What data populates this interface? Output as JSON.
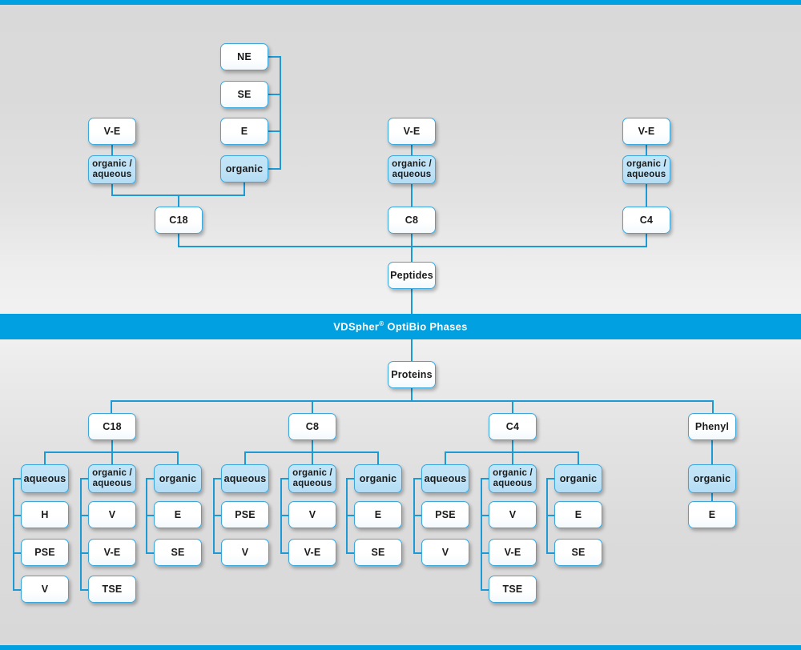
{
  "banner": {
    "text_before": "VDSpher",
    "registered_mark": "®",
    "text_after": " OptiBio Phases"
  },
  "top_section": {
    "root": "Peptides",
    "columns": [
      {
        "name": "c18-branch",
        "stationary_phase": "C18",
        "modifiers": [
          {
            "label": "organic / aqueous",
            "line1": "organic /",
            "line2": "aqueous",
            "highlighted": true,
            "children": [
              "V-E"
            ]
          },
          {
            "label": "organic",
            "line1": "organic",
            "line2": "",
            "highlighted": true,
            "children": [
              "NE",
              "SE",
              "E"
            ]
          }
        ]
      },
      {
        "name": "c8-branch",
        "stationary_phase": "C8",
        "modifiers": [
          {
            "label": "organic / aqueous",
            "line1": "organic /",
            "line2": "aqueous",
            "highlighted": true,
            "children": [
              "V-E"
            ]
          }
        ]
      },
      {
        "name": "c4-branch",
        "stationary_phase": "C4",
        "modifiers": [
          {
            "label": "organic / aqueous",
            "line1": "organic /",
            "line2": "aqueous",
            "highlighted": true,
            "children": [
              "V-E"
            ]
          }
        ]
      }
    ]
  },
  "bottom_section": {
    "root": "Proteins",
    "columns": [
      {
        "name": "c18-branch",
        "stationary_phase": "C18",
        "modifiers": [
          {
            "label": "aqueous",
            "line1": "aqueous",
            "line2": "",
            "highlighted": true,
            "children": [
              "H",
              "PSE",
              "V"
            ]
          },
          {
            "label": "organic / aqueous",
            "line1": "organic /",
            "line2": "aqueous",
            "highlighted": true,
            "children": [
              "V",
              "V-E",
              "TSE"
            ]
          },
          {
            "label": "organic",
            "line1": "organic",
            "line2": "",
            "highlighted": true,
            "children": [
              "E",
              "SE"
            ]
          }
        ]
      },
      {
        "name": "c8-branch",
        "stationary_phase": "C8",
        "modifiers": [
          {
            "label": "aqueous",
            "line1": "aqueous",
            "line2": "",
            "highlighted": true,
            "children": [
              "PSE",
              "V"
            ]
          },
          {
            "label": "organic / aqueous",
            "line1": "organic /",
            "line2": "aqueous",
            "highlighted": true,
            "children": [
              "V",
              "V-E"
            ]
          },
          {
            "label": "organic",
            "line1": "organic",
            "line2": "",
            "highlighted": true,
            "children": [
              "E",
              "SE"
            ]
          }
        ]
      },
      {
        "name": "c4-branch",
        "stationary_phase": "C4",
        "modifiers": [
          {
            "label": "aqueous",
            "line1": "aqueous",
            "line2": "",
            "highlighted": true,
            "children": [
              "PSE",
              "V"
            ]
          },
          {
            "label": "organic / aqueous",
            "line1": "organic /",
            "line2": "aqueous",
            "highlighted": true,
            "children": [
              "V",
              "V-E",
              "TSE"
            ]
          },
          {
            "label": "organic",
            "line1": "organic",
            "line2": "",
            "highlighted": true,
            "children": [
              "E",
              "SE"
            ]
          }
        ]
      },
      {
        "name": "phenyl-branch",
        "stationary_phase": "Phenyl",
        "modifiers": [
          {
            "label": "organic",
            "line1": "organic",
            "line2": "",
            "highlighted": true,
            "children": [
              "E"
            ]
          }
        ]
      }
    ]
  },
  "colors": {
    "accent": "#00a0e1",
    "line": "#1b9ad6",
    "node_border": "#3aa7dd",
    "node_highlight_fill": "#bfe2f6",
    "background": "#dcdcdc"
  }
}
